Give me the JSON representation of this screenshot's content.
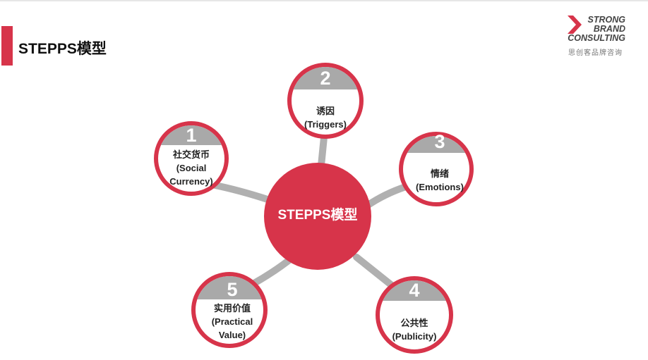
{
  "title": "STEPPS模型",
  "logo": {
    "line1": "STRONG",
    "line2": "BRAND",
    "line3": "CONSULTING",
    "cn": "思创客品牌咨询"
  },
  "center": {
    "label": "STEPPS模型"
  },
  "nodes": [
    {
      "number": "1",
      "cn": "社交货币",
      "en1": "(Social",
      "en2": "Currency)"
    },
    {
      "number": "2",
      "cn": "诱因",
      "en1": "(Triggers)"
    },
    {
      "number": "3",
      "cn": "情绪",
      "en1": "(Emotions)"
    },
    {
      "number": "4",
      "cn": "公共性",
      "en1": "(Publicity)"
    },
    {
      "number": "5",
      "cn": "实用价值",
      "en1": "(Practical",
      "en2": "Value)"
    }
  ],
  "colors": {
    "accent": "#d7344a",
    "gray": "#a9a9a9"
  }
}
